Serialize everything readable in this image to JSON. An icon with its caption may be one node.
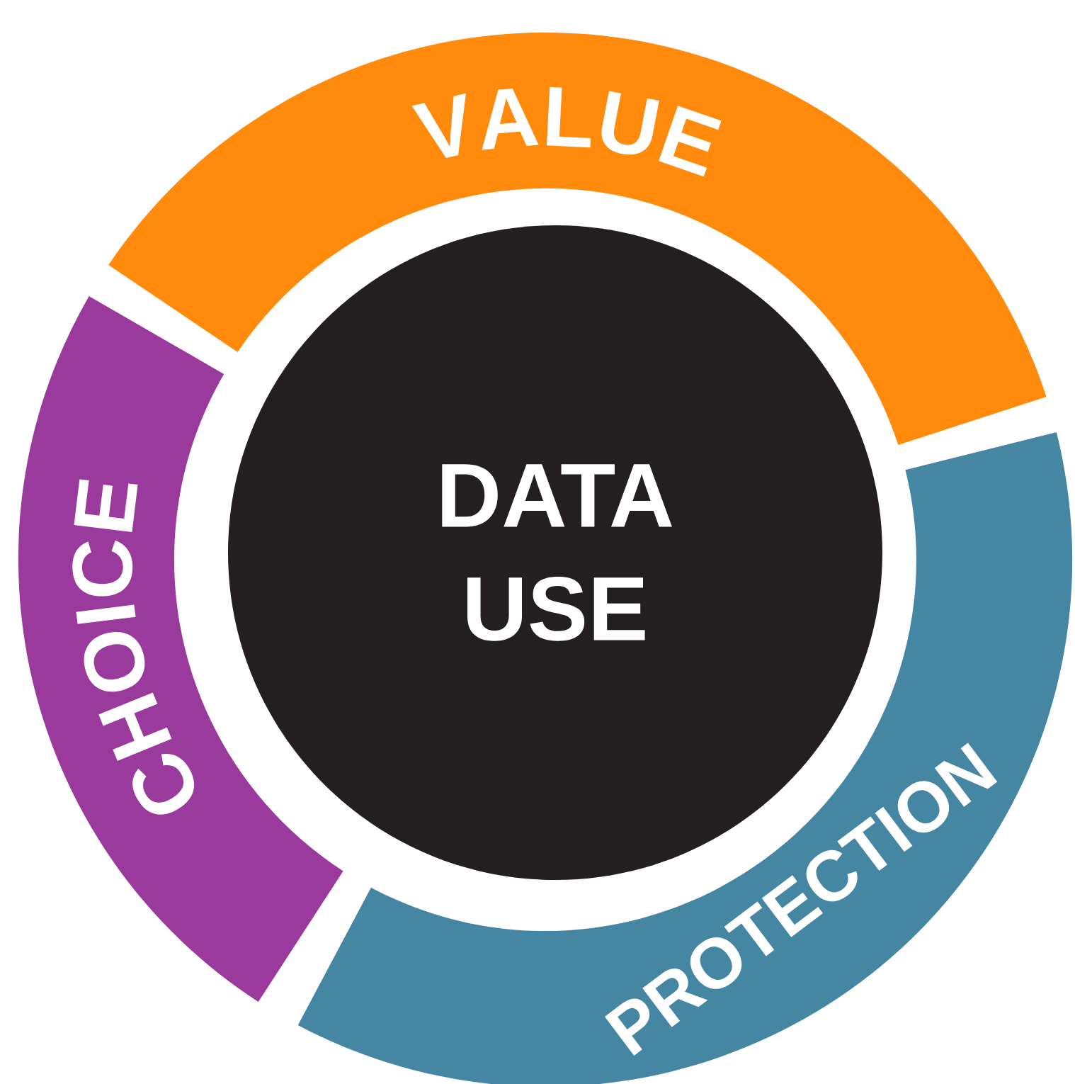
{
  "diagram": {
    "nodes": [
      {
        "text": [
          "VALUE"
        ]
      },
      {
        "text": [
          "CHOICE"
        ]
      },
      {
        "text": [
          "DATA USE"
        ]
      },
      {
        "text": [
          "PROTECTION"
        ]
      }
    ]
  }
}
